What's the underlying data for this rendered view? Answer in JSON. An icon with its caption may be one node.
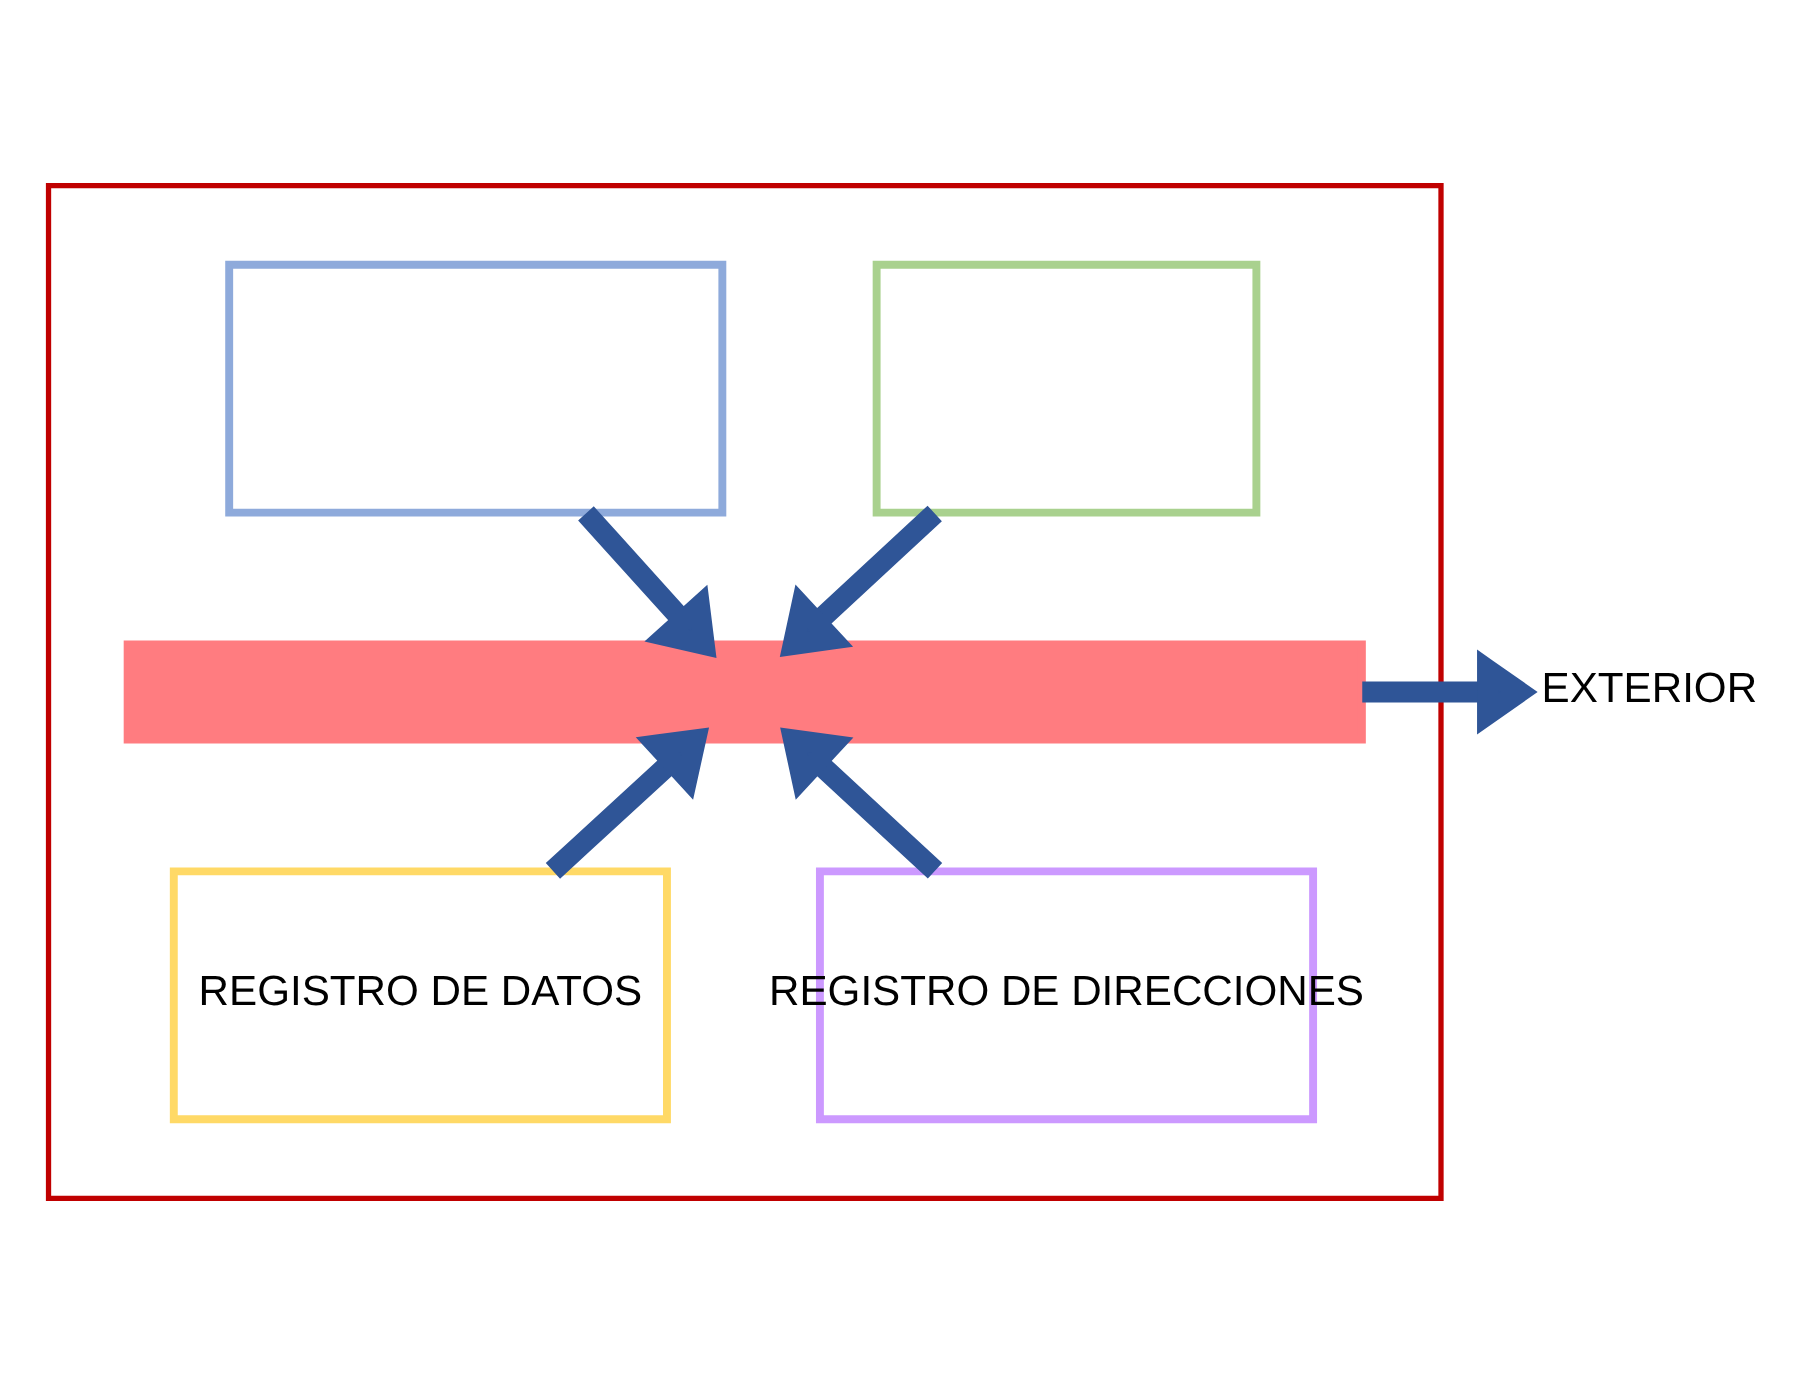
{
  "diagram": {
    "nodes": [
      {
        "text": [],
        "shape": "box"
      },
      {
        "text": [],
        "shape": "box",
        "in": 0
      },
      {
        "text": [],
        "shape": "box",
        "in": 0
      },
      {
        "text": [],
        "shape": "bar",
        "in": 0
      },
      {
        "text": [
          "REGISTRO DE DATOS"
        ],
        "in": 0
      },
      {
        "text": [
          "REGISTRO DE DIRECCIONES"
        ],
        "in": 0
      },
      {
        "text": [
          "EXTERIOR"
        ]
      }
    ],
    "edges": [
      {
        "from": 1,
        "to": 3,
        "arrow": "to"
      },
      {
        "from": 2,
        "to": 3,
        "arrow": "to"
      },
      {
        "from": 4,
        "to": 3,
        "arrow": "to"
      },
      {
        "from": 5,
        "to": 3,
        "arrow": "to"
      },
      {
        "from": 3,
        "to": 6,
        "arrow": "to"
      }
    ]
  }
}
